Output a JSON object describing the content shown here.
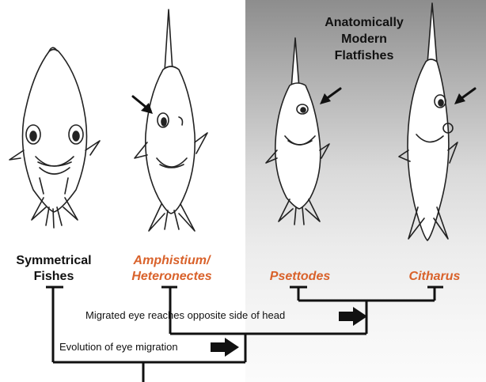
{
  "heading": {
    "line1": "Anatomically",
    "line2": "Modern",
    "line3": "Flatfishes"
  },
  "labels": {
    "symmetrical_line1": "Symmetrical",
    "symmetrical_line2": "Fishes",
    "amphistium_line1": "Amphistium/",
    "amphistium_line2": "Heteronectes",
    "psettodes": "Psettodes",
    "citharus": "Citharus"
  },
  "annotations": {
    "migrated_eye": "Migrated eye reaches opposite side of head",
    "evolution": "Evolution of eye migration"
  },
  "colors": {
    "accent": "#d9622b",
    "ink": "#111111",
    "shade": "#8d8d8d"
  }
}
